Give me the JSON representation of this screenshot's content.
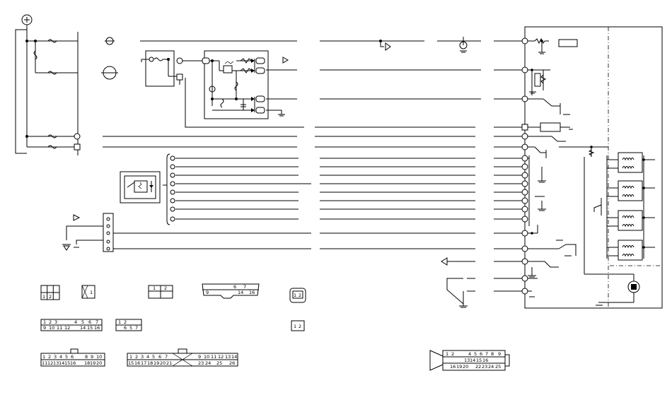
{
  "diagram": {
    "connectors": {
      "c1": {
        "top": [
          "",
          ""
        ],
        "bottom": [
          "1",
          "2"
        ]
      },
      "c2": {
        "cells": [
          "1"
        ]
      },
      "c3": {
        "top": [
          "1",
          "2"
        ]
      },
      "c4": {
        "top": [
          "",
          "",
          "",
          "",
          "6",
          "7"
        ],
        "bottom": [
          "9",
          "",
          "",
          "",
          "",
          "14",
          "16"
        ]
      },
      "c5": {
        "cells": [
          "1",
          "2"
        ]
      },
      "c6": {
        "top": [
          "1",
          "2",
          "3",
          "",
          "4",
          "5",
          "6",
          "7"
        ],
        "bottom": [
          "9",
          "10",
          "11",
          "12",
          "",
          "14",
          "15",
          "16"
        ]
      },
      "c7": {
        "top": [
          "1",
          "2",
          ""
        ],
        "bottom": [
          "",
          "6",
          "5",
          "7"
        ]
      },
      "c8": {
        "cells": [
          "1",
          "2"
        ]
      },
      "c9": {
        "top": [
          "1",
          "2",
          "3",
          "4",
          "5",
          "6",
          "",
          "8",
          "9",
          "10"
        ],
        "bottom": [
          "11",
          "12",
          "13",
          "14",
          "15",
          "16",
          "",
          "18",
          "19",
          "20"
        ]
      },
      "c10": {
        "top": [
          "1",
          "2",
          "3",
          "4",
          "5",
          "6",
          "7",
          "",
          "",
          "9",
          "10",
          "11",
          "12",
          "13",
          "14"
        ],
        "bottom": [
          "15",
          "16",
          "17",
          "18",
          "19",
          "20",
          "21",
          "",
          "",
          "23",
          "24",
          "",
          "25",
          "",
          "26"
        ]
      },
      "c11": {
        "top": [
          "1",
          "2",
          "",
          "",
          "4",
          "5",
          "6",
          "7",
          "8",
          "9"
        ],
        "bottom": [
          "",
          "",
          "",
          "",
          "13",
          "14",
          "15",
          "16",
          "",
          ""
        ],
        "bottom2": [
          "",
          "16",
          "19",
          "20",
          "",
          "22",
          "23",
          "24",
          "25",
          ""
        ]
      }
    }
  }
}
